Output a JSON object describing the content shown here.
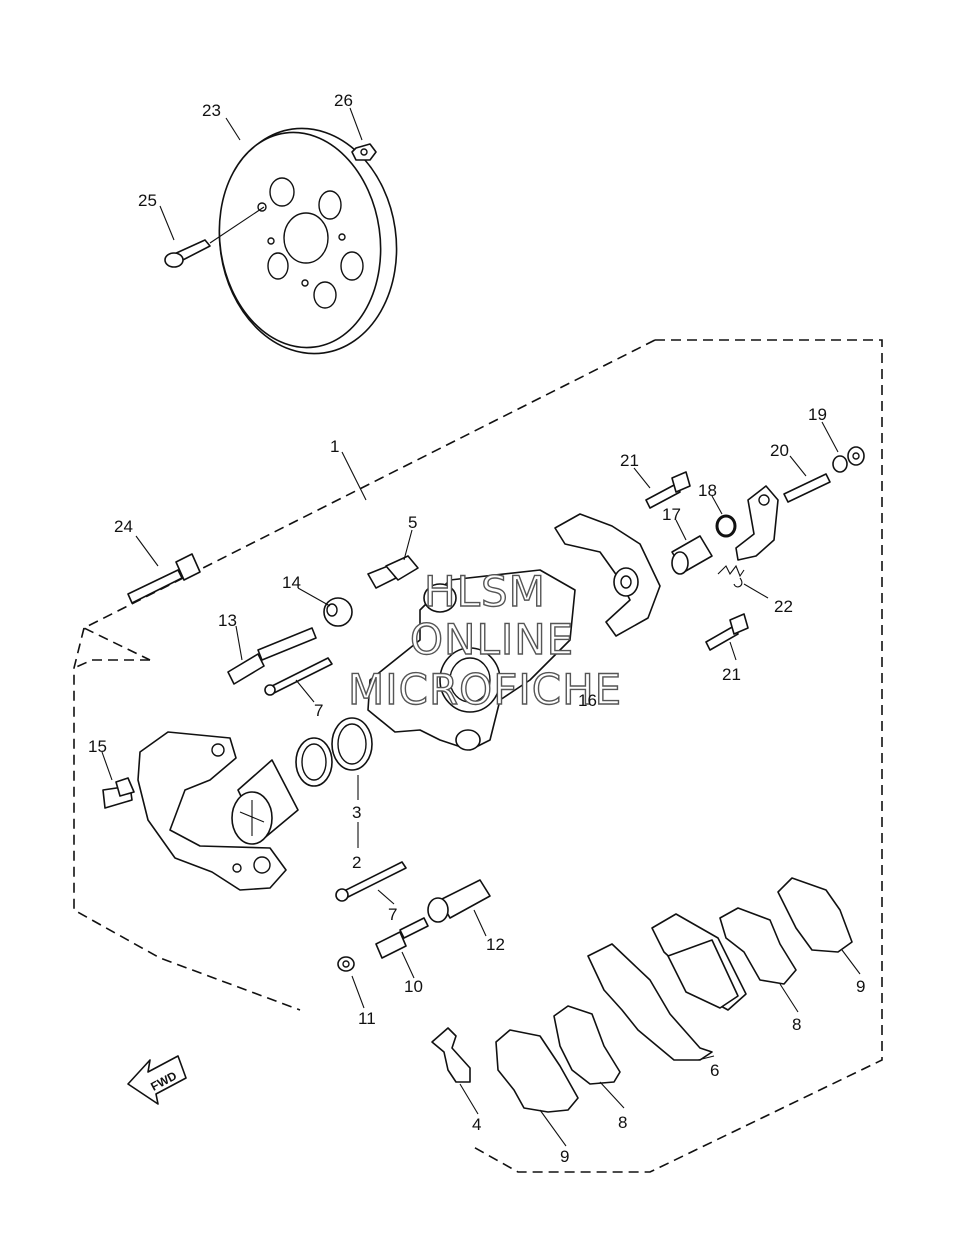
{
  "watermark": {
    "line1": "HLSM",
    "line2": "ONLINE",
    "line3": "MICROFICHE"
  },
  "fwd_arrow": {
    "label": "FWD"
  },
  "callouts": {
    "c1": "1",
    "c2": "2",
    "c3": "3",
    "c4": "4",
    "c5": "5",
    "c6": "6",
    "c7a": "7",
    "c7b": "7",
    "c8a": "8",
    "c8b": "8",
    "c9a": "9",
    "c9b": "9",
    "c10": "10",
    "c11": "11",
    "c12": "12",
    "c13": "13",
    "c14": "14",
    "c15": "15",
    "c16": "16",
    "c17": "17",
    "c18": "18",
    "c19": "19",
    "c20": "20",
    "c21a": "21",
    "c21b": "21",
    "c22": "22",
    "c23": "23",
    "c24": "24",
    "c25": "25",
    "c26": "26"
  }
}
